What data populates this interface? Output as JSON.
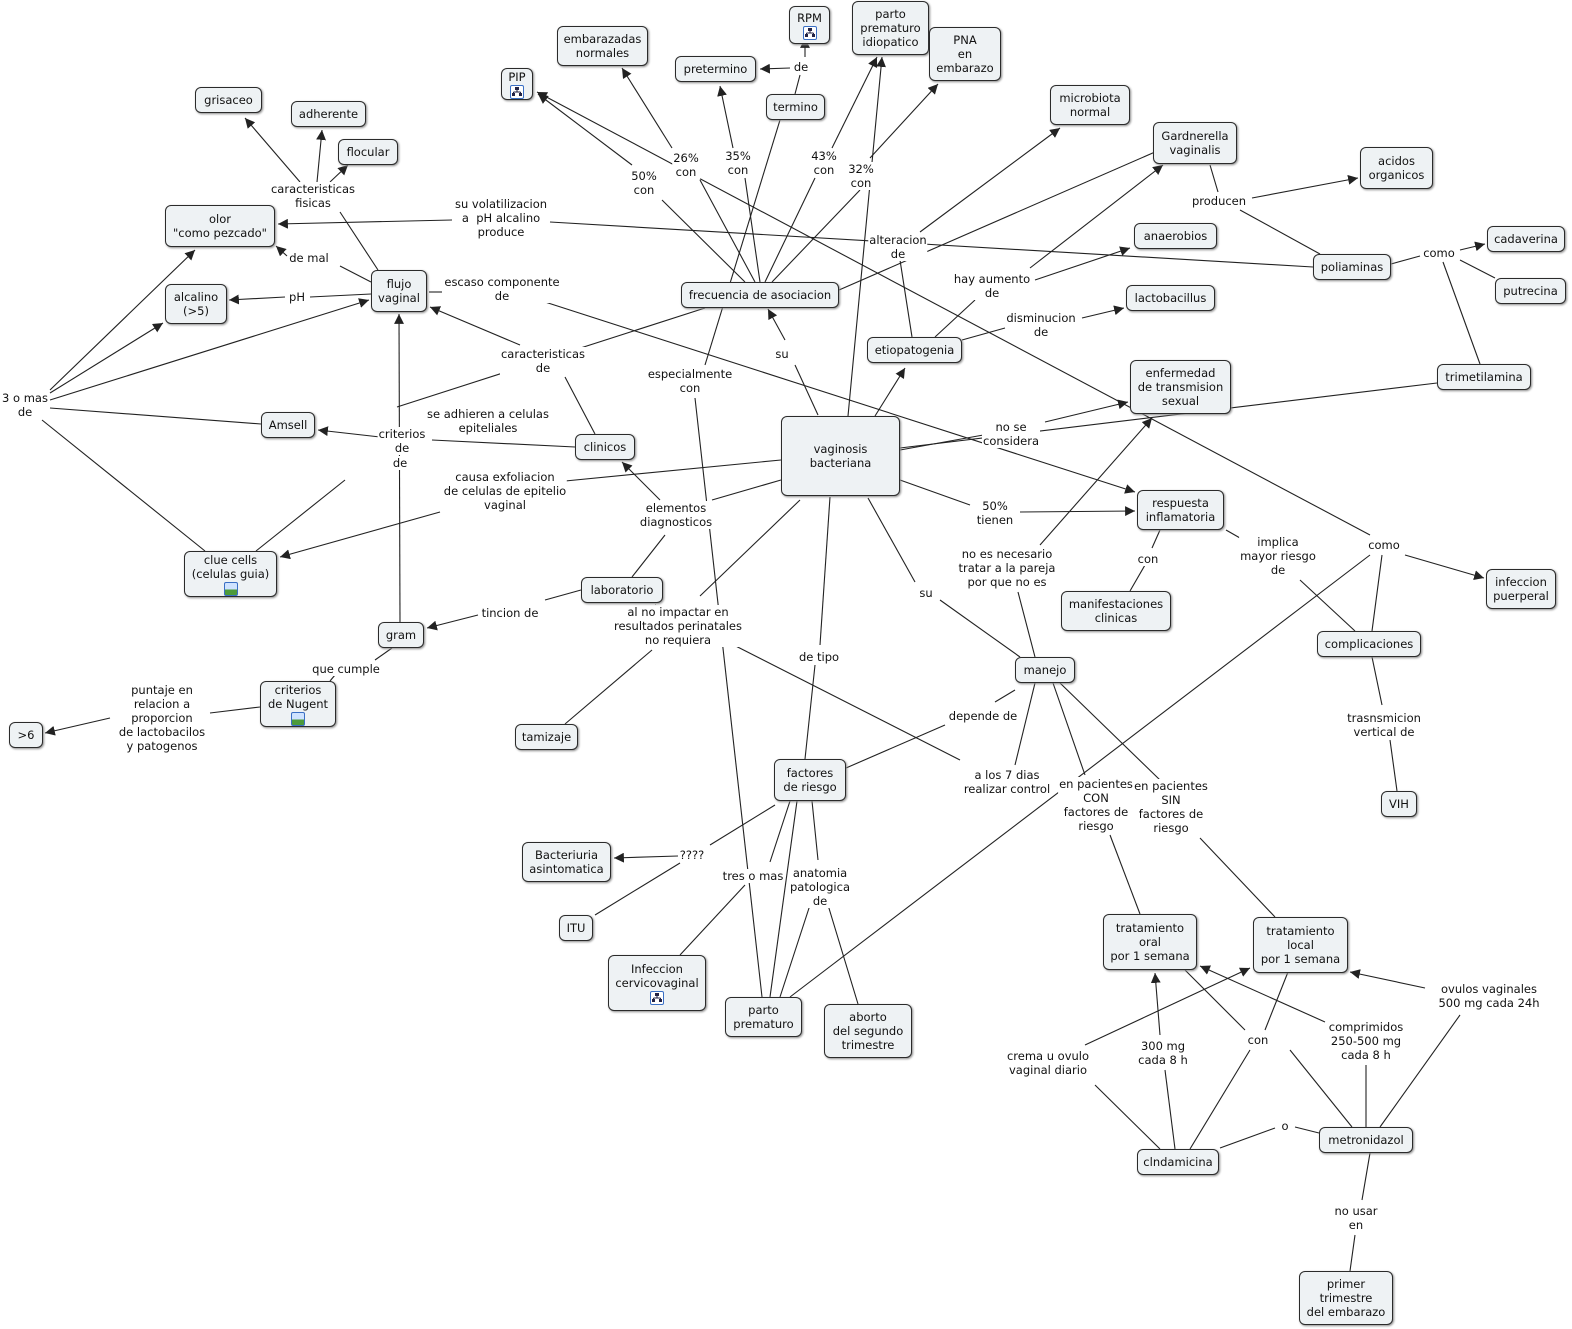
{
  "nodes": {
    "grisaceo": "grisaceo",
    "adherente": "adherente",
    "flocular": "flocular",
    "olor": "olor\n\"como pezcado\"",
    "alcalino": "alcalino\n(>5)",
    "flujo": "flujo\nvaginal",
    "amsell": "Amsell",
    "clinicos": "clinicos",
    "clue": "clue cells\n(celulas guia)",
    "laboratorio": "laboratorio",
    "gram": "gram",
    "nugent": "criterios\nde Nugent",
    "gt6": ">6",
    "tamizaje": "tamizaje",
    "pip": "PIP",
    "embarazadas": "embarazadas\nnormales",
    "rpm": "RPM",
    "pretermino": "pretermino",
    "termino": "termino",
    "idiopatico": "parto\nprematuro\nidiopatico",
    "pna": "PNA\nen\nembarazo",
    "microbiota": "microbiota\nnormal",
    "gardnerella": "Gardnerella\nvaginalis",
    "acidos": "acidos\norganicos",
    "anaerobios": "anaerobios",
    "cadaverina": "cadaverina",
    "poliaminas": "poliaminas",
    "putrecina": "putrecina",
    "lactobacillus": "lactobacillus",
    "frecuencia": "frecuencia de asociacion",
    "etiopatogenia": "etiopatogenia",
    "trimetilamina": "trimetilamina",
    "ets": "enfermedad\nde transmision\nsexual",
    "vaginosis": "vaginosis\nbacteriana",
    "respuesta": "respuesta\ninflamatoria",
    "puerperal": "infeccion\npuerperal",
    "manifestaciones": "manifestaciones\nclinicas",
    "complicaciones": "complicaciones",
    "manejo": "manejo",
    "factores": "factores\nde riesgo",
    "vih": "VIH",
    "bacteriuria": "Bacteriuria\nasintomatica",
    "itu": "ITU",
    "oral": "tratamiento\noral\npor 1 semana",
    "local": "tratamiento\nlocal\npor 1 semana",
    "cervicovaginal": "Infeccion\ncervicovaginal",
    "partoprematuro": "parto\nprematuro",
    "aborto": "aborto\ndel segundo\ntrimestre",
    "metronidazol": "metronidazol",
    "clndamicina": "clndamicina",
    "primer": "primer\ntrimestre\ndel embarazo"
  },
  "link_labels": [
    "caracteristicas\nfisicas",
    "su volatilizacion\na  pH alcalino\nproduce",
    "de mal",
    "pH",
    "escaso componente\nde",
    "3 o mas\nde",
    "caracteristicas\nde",
    "criterios\nde",
    "de",
    "se adhieren a celulas\nepiteliales",
    "causa exfoliacion\nde celulas de epitelio\nvaginal",
    "elementos\ndiagnosticos",
    "tincion de",
    "que cumple",
    "puntaje en\nrelacion a\nproporcion\nde lactobacilos\ny patogenos",
    "al no impactar en\nresultados perinatales\nno requiera",
    "50%\ncon",
    "26%\ncon",
    "35%\ncon",
    "43%\ncon",
    "32%\ncon",
    "de",
    "especialmente\ncon",
    "su",
    "alteracion\nde",
    "hay aumento\nde",
    "disminucion\nde",
    "producen",
    "como",
    "no se\nconsidera",
    "50%\ntienen",
    "con",
    "implica\nmayor riesgo\nde",
    "como",
    "no es necesario\ntratar a la pareja\npor que no es",
    "su",
    "depende de",
    "a los 7 dias\nrealizar control",
    "de tipo",
    "en pacientes\nCON\nfactores de\nriesgo",
    "en pacientes\nSIN\nfactores de\nriesgo",
    "trasnsmicion\nvertical de",
    "????",
    "tres o mas",
    "anatomia\npatologica\nde",
    "crema u ovulo\nvaginal diario",
    "300 mg\ncada 8 h",
    "con",
    "comprimidos\n250-500 mg\ncada 8 h",
    "ovulos vaginales\n500 mg cada 24h",
    "o",
    "no usar\nen"
  ],
  "icons": {
    "clue": "image-icon",
    "nugent": "image-icon",
    "pip": "submap-icon",
    "rpm": "submap-icon",
    "cervicovaginal": "submap-icon"
  },
  "colors": {
    "node_fill": "#eef2f4",
    "line": "#222222"
  }
}
